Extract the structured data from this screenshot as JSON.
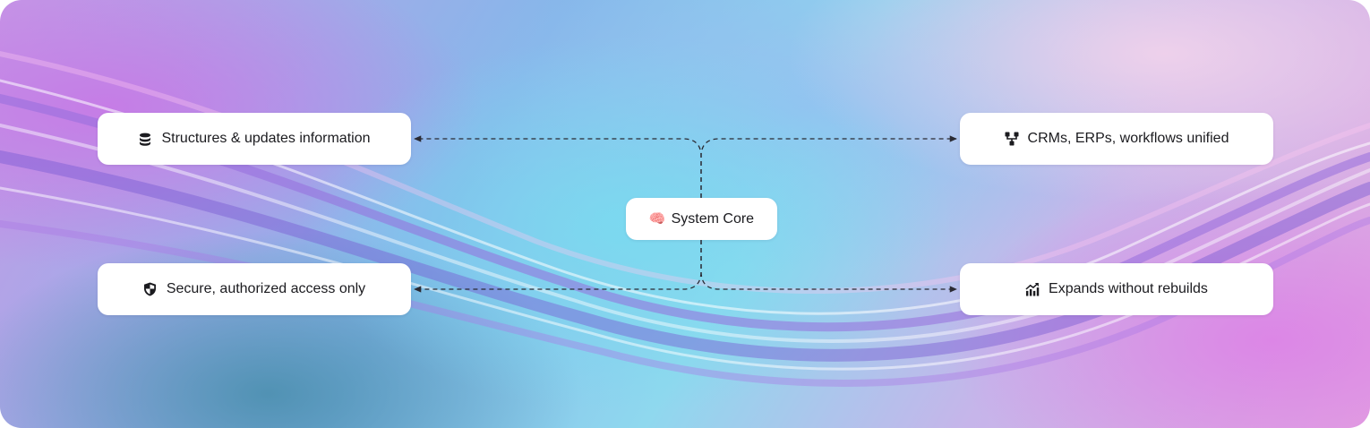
{
  "center_node": {
    "emoji": "🧠",
    "label": "System Core"
  },
  "nodes": {
    "top_left": {
      "icon": "database-icon",
      "label": "Structures & updates information"
    },
    "bottom_left": {
      "icon": "shield-icon",
      "label": "Secure, authorized access only"
    },
    "top_right": {
      "icon": "sitemap-icon",
      "label": "CRMs, ERPs, workflows unified"
    },
    "bottom_right": {
      "icon": "growth-chart-icon",
      "label": "Expands without rebuilds"
    }
  },
  "colors": {
    "card_background": "#ffffff",
    "text": "#1b1b1f",
    "connector": "#2a2a33"
  }
}
